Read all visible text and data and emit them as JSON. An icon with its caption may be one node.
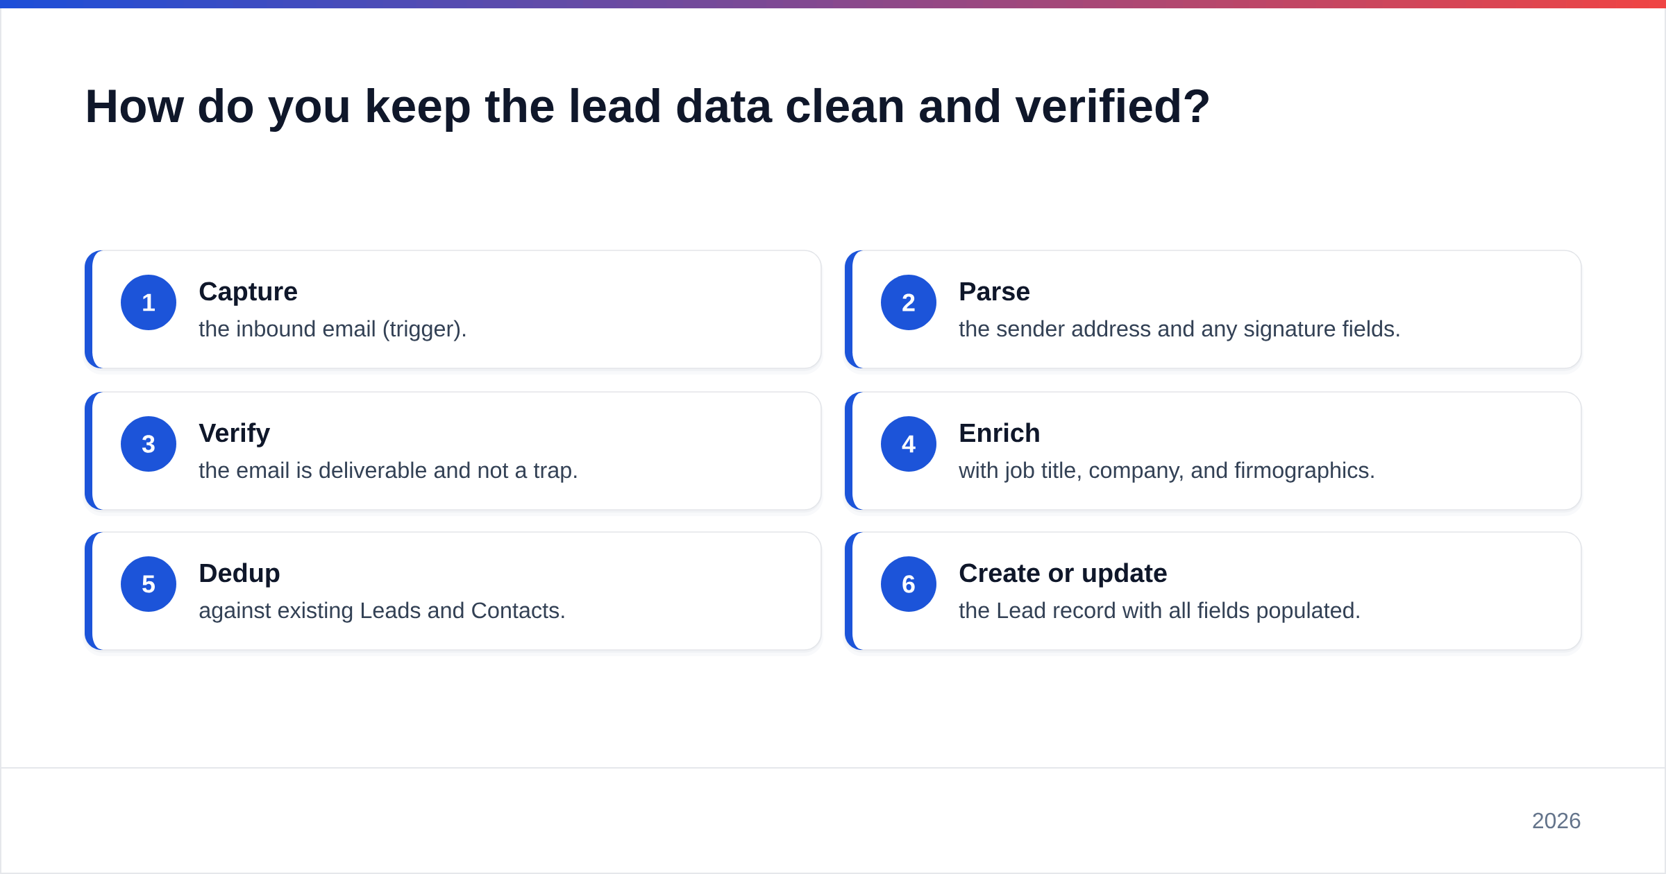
{
  "diagram": {
    "title": "How do you keep the lead data clean and verified?",
    "nodes": [
      {
        "text": [
          "Capture",
          "the inbound email (trigger)."
        ]
      },
      {
        "text": [
          "1"
        ],
        "in": 0
      },
      {
        "text": [
          "Parse",
          "the sender address and any signature fields."
        ]
      },
      {
        "text": [
          "2"
        ],
        "in": 2
      },
      {
        "text": [
          "Verify",
          "the email is deliverable and not a trap."
        ]
      },
      {
        "text": [
          "3"
        ],
        "in": 4
      },
      {
        "text": [
          "Enrich",
          "with job title, company, and firmographics."
        ]
      },
      {
        "text": [
          "4"
        ],
        "in": 6
      },
      {
        "text": [
          "Dedup",
          "against existing Leads and Contacts."
        ]
      },
      {
        "text": [
          "5"
        ],
        "in": 8
      },
      {
        "text": [
          "Create or update",
          "the Lead record with all fields populated."
        ]
      },
      {
        "text": [
          "6"
        ],
        "in": 10
      }
    ],
    "labels": [
      "2026"
    ]
  }
}
